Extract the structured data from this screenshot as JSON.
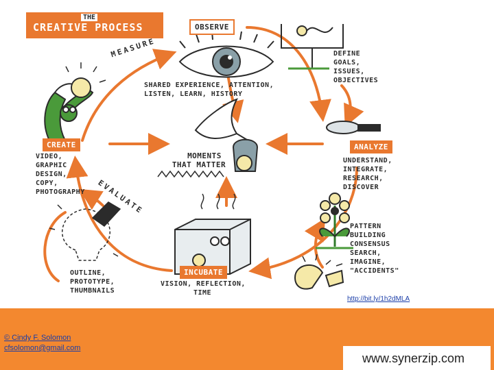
{
  "title": {
    "the": "THE",
    "main": "CREATIVE PROCESS"
  },
  "stages": {
    "observe": "OBSERVE",
    "analyze": "ANALYZE",
    "incubate": "INCUBATE",
    "create": "CREATE"
  },
  "center": {
    "line1": "MOMENTS",
    "line2": "THAT MATTER"
  },
  "arc_words": {
    "measure": "MEASURE",
    "evaluate": "EVALUATE"
  },
  "notes": {
    "observe": [
      "SHARED EXPERIENCE, ATTENTION,",
      "LISTEN, LEARN, HISTORY"
    ],
    "define": [
      "DEFINE",
      "GOALS,",
      "ISSUES,",
      "OBJECTIVES"
    ],
    "analyze": [
      "UNDERSTAND,",
      "INTEGRATE,",
      "RESEARCH,",
      "DISCOVER"
    ],
    "pattern": [
      "PATTERN",
      "BUILDING",
      "CONSENSUS",
      "SEARCH,",
      "IMAGINE,",
      "\"ACCIDENTS\""
    ],
    "incubate": [
      "VISION, REFLECTION,",
      "TIME"
    ],
    "outline": [
      "OUTLINE,",
      "PROTOTYPE,",
      "THUMBNAILS"
    ],
    "create": [
      "VIDEO,",
      "GRAPHIC",
      "DESIGN,",
      "COPY,",
      "PHOTOGRAPHY"
    ]
  },
  "link": "http://bit.ly/1h2dMLA",
  "credit": {
    "name": "© Cindy F. Solomon",
    "email": "cfsolomon@gmail.com"
  },
  "site": "www.synerzip.com",
  "colors": {
    "accent": "#e9782f",
    "footer": "#f3882f",
    "ink": "#2b2b2b",
    "green": "#4a9a3a",
    "bulb": "#f5e9a8"
  }
}
